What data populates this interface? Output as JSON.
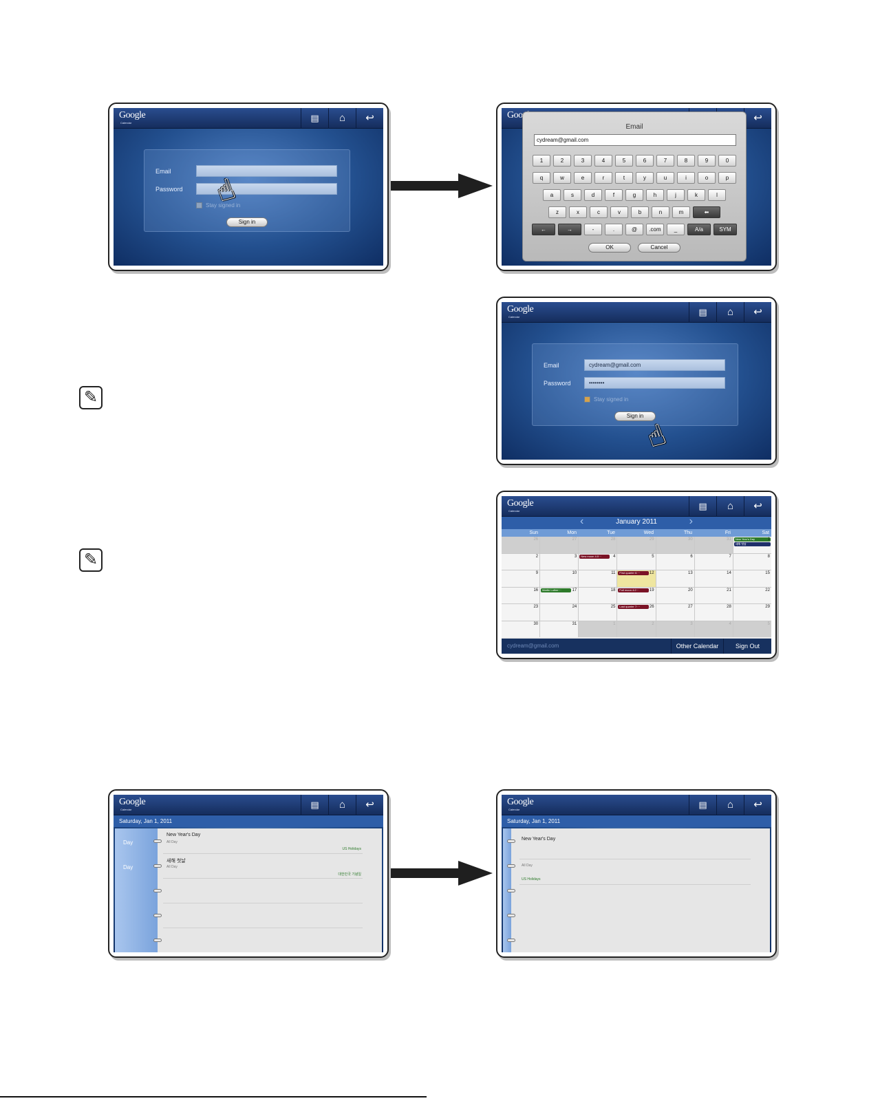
{
  "app": {
    "logo": "Google",
    "logo_sub": "Calendar",
    "toolbar": {
      "menu_icon": "menu-icon",
      "home_icon": "home-icon",
      "back_icon": "back-icon"
    }
  },
  "login": {
    "email_label": "Email",
    "password_label": "Password",
    "stay_signed_in": "Stay signed in",
    "sign_in": "Sign in",
    "email_value": "cydream@gmail.com",
    "password_value": "••••••••"
  },
  "keyboard": {
    "title": "Email",
    "input_value": "cydream@gmail.com",
    "row1": [
      "1",
      "2",
      "3",
      "4",
      "5",
      "6",
      "7",
      "8",
      "9",
      "0"
    ],
    "row2": [
      "q",
      "w",
      "e",
      "r",
      "t",
      "y",
      "u",
      "i",
      "o",
      "p"
    ],
    "row3": [
      "a",
      "s",
      "d",
      "f",
      "g",
      "h",
      "j",
      "k",
      "l"
    ],
    "row4": [
      "z",
      "x",
      "c",
      "v",
      "b",
      "n",
      "m"
    ],
    "row5": [
      "←",
      "→",
      "-",
      ".",
      "@",
      ".com",
      "_",
      "A/a",
      "SYM"
    ],
    "backspace": "⬅",
    "ok": "OK",
    "cancel": "Cancel"
  },
  "calendar": {
    "month_title": "January 2011",
    "days": [
      "Sun",
      "Mon",
      "Tue",
      "Wed",
      "Thu",
      "Fri",
      "Sat"
    ],
    "weeks": [
      [
        "26",
        "27",
        "28",
        "29",
        "30",
        "31",
        "1"
      ],
      [
        "2",
        "3",
        "4",
        "5",
        "6",
        "7",
        "8"
      ],
      [
        "9",
        "10",
        "11",
        "12",
        "13",
        "14",
        "15"
      ],
      [
        "16",
        "17",
        "18",
        "19",
        "20",
        "21",
        "22"
      ],
      [
        "23",
        "24",
        "25",
        "26",
        "27",
        "28",
        "29"
      ],
      [
        "30",
        "31",
        "1",
        "2",
        "3",
        "4",
        "5"
      ]
    ],
    "events": {
      "new_years": "New Year's Day",
      "korean_new_year": "새해 첫날",
      "new_moon": "New moon 4:0···",
      "first_quarter": "First quarter 6:···",
      "mlk": "Martin Luther···",
      "full_moon": "Full moon 4:2···",
      "last_quarter": "Last quarter 7:···"
    },
    "user": "cydream@gmail.com",
    "other_calendar": "Other Calendar",
    "sign_out": "Sign Out"
  },
  "day_view": {
    "date": "Saturday, Jan 1, 2011",
    "label": "Day",
    "event1_title": "New Year's Day",
    "event1_sub": "All Day",
    "event1_cal": "US Holidays",
    "event2_title": "새해 첫날",
    "event2_sub": "All Day",
    "event2_cal": "대한민국 기념일"
  }
}
